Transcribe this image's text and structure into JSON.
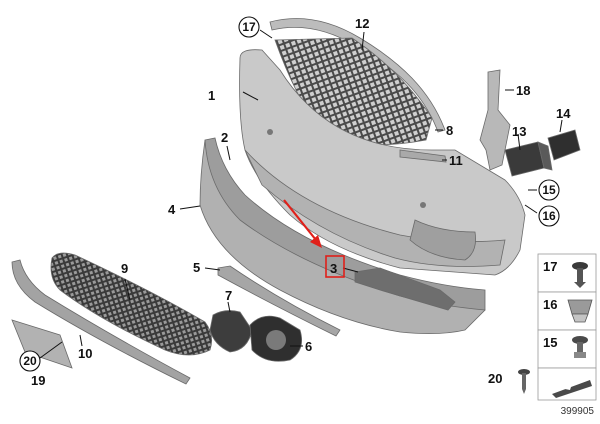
{
  "diagram": {
    "callouts": {
      "c1": "1",
      "c2": "2",
      "c3": "3",
      "c4": "4",
      "c5": "5",
      "c6": "6",
      "c7": "7",
      "c8": "8",
      "c9": "9",
      "c10": "10",
      "c11": "11",
      "c12": "12",
      "c13": "13",
      "c14": "14",
      "c15": "15",
      "c16": "16",
      "c17": "17",
      "c18": "18",
      "c19": "19",
      "c20": "20"
    },
    "circled_callouts": [
      "15",
      "16",
      "17",
      "20"
    ],
    "highlighted_callout": "3",
    "highlight_color": "#e0201a",
    "side_panel": {
      "items": [
        {
          "label": "17",
          "icon": "push-rivet-icon"
        },
        {
          "label": "16",
          "icon": "clip-nut-icon"
        },
        {
          "label": "15",
          "icon": "expanding-rivet-icon"
        },
        {
          "label": "20",
          "icon": "screw-icon"
        }
      ]
    },
    "diagram_number": "399905",
    "colors": {
      "part_fill": "#c3c3c3",
      "part_dark": "#8e8e8e",
      "grille_dark": "#3a3a3a",
      "accent_red": "#e0201a"
    }
  }
}
